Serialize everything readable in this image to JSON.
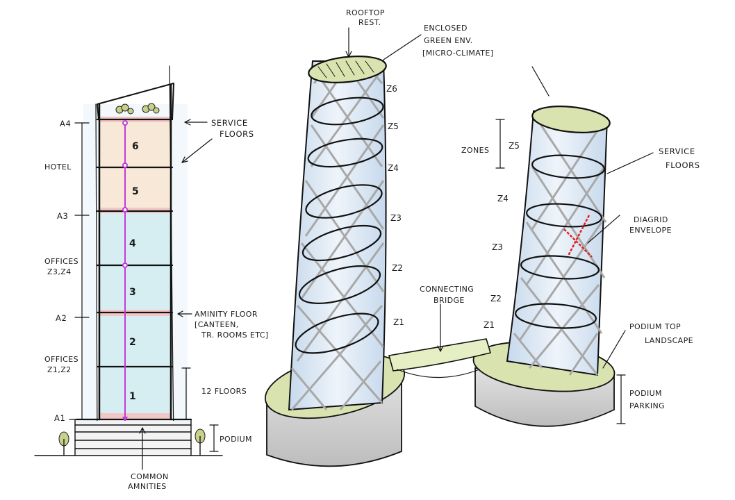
{
  "colors": {
    "hotel_fill": "#f7e8d8",
    "office_fill": "#d6eef2",
    "service_floor": "#f3c6c6",
    "core_line": "#c43adb",
    "glass": "#dbe8f4",
    "green_roof": "#d9e3b0",
    "podium_grey": "#cfcfcf",
    "diagrid_grey": "#a8a8a8",
    "highlight_red": "#e02020"
  },
  "section": {
    "levels": [
      "A4",
      "A3",
      "A2",
      "A1"
    ],
    "floor_numbers": [
      "6",
      "5",
      "4",
      "3",
      "2",
      "1"
    ],
    "zone_labels": {
      "hotel": "HOTEL",
      "offices_upper": [
        "OFFICES",
        "Z3,Z4"
      ],
      "offices_lower": [
        "OFFICES",
        "Z1,Z2"
      ]
    },
    "callouts": {
      "service_floors": [
        "SERVICE",
        "FLOORS"
      ],
      "amenity_floor": [
        "AMINITY FLOOR",
        "[CANTEEN,",
        "TR. ROOMS ETC]"
      ],
      "twelve_floors": "12 FLOORS",
      "podium": "PODIUM",
      "common_amenities": [
        "COMMON",
        "AMNITIES"
      ]
    }
  },
  "perspective": {
    "rooftop": [
      "ROOFTOP",
      "REST."
    ],
    "green_env": [
      "ENCLOSED",
      "GREEN ENV.",
      "[MICRO-CLIMATE]"
    ],
    "tower1_zones": [
      "Z6",
      "Z5",
      "Z4",
      "Z3",
      "Z2",
      "Z1"
    ],
    "tower2_zones": [
      "Z5",
      "Z4",
      "Z3",
      "Z2",
      "Z1"
    ],
    "zones_label": "ZONES",
    "service_floors": [
      "SERVICE",
      "FLOORS"
    ],
    "diagrid": [
      "DIAGRID",
      "ENVELOPE"
    ],
    "bridge": [
      "CONNECTING",
      "BRIDGE"
    ],
    "podium_top": [
      "PODIUM TOP",
      "LANDSCAPE"
    ],
    "podium_parking": [
      "PODIUM",
      "PARKING"
    ]
  }
}
